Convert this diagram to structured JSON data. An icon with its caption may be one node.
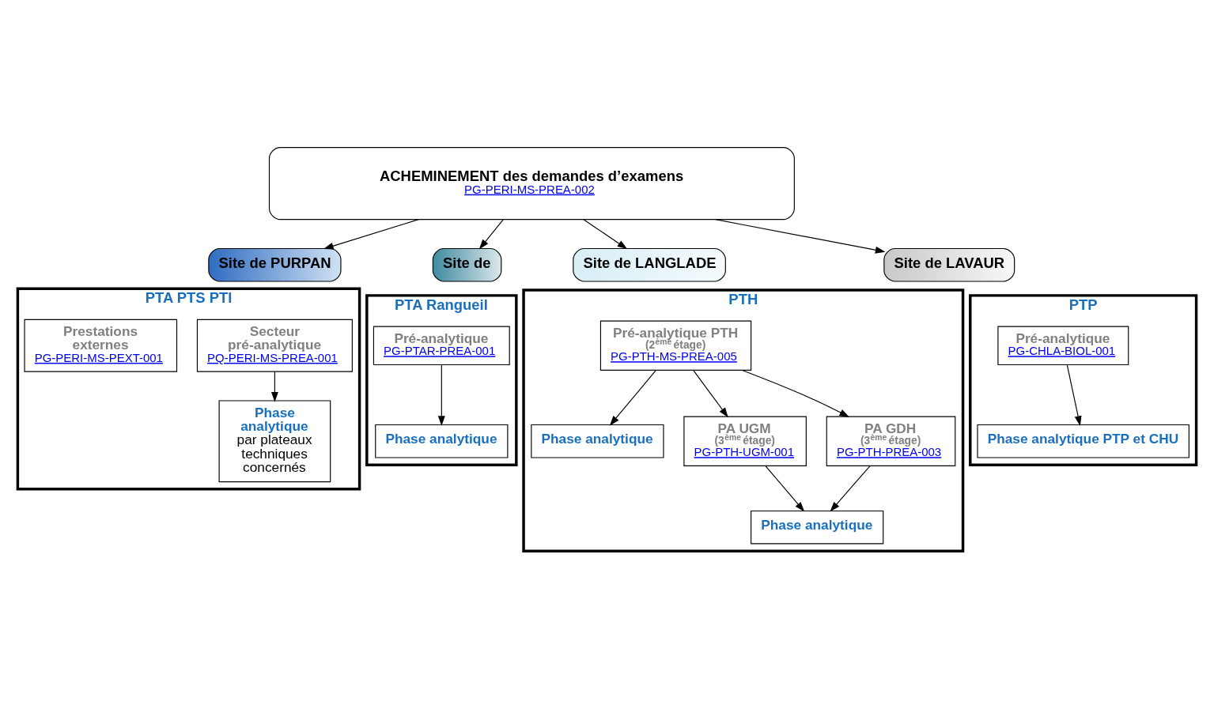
{
  "diagram": {
    "nodes": [
      {
        "text": [
          "ACHEMINEMENT des demandes d’examens",
          "PG-PERI-MS-PREA-002"
        ]
      },
      {
        "text": [
          "Site de PURPAN"
        ]
      },
      {
        "text": [
          "Site de"
        ]
      },
      {
        "text": [
          "Site de LANGLADE"
        ]
      },
      {
        "text": [
          "Site de LAVAUR"
        ]
      },
      {
        "text": [
          "PTA PTS PTI"
        ]
      },
      {
        "text": [
          "Secteur pré-analytique",
          "PQ-PERI-MS-PREA-001"
        ],
        "in": 5
      },
      {
        "text": [
          "Prestations externes",
          "PG-PERI-MS-PEXT-001"
        ],
        "in": 5
      },
      {
        "text": [
          "**Phase analytique** par plateaux techniques concernés"
        ],
        "in": 5
      },
      {
        "text": [
          "PTA Rangueil"
        ]
      },
      {
        "text": [
          "Pré-analytique",
          "PG-PTAR-PREA-001"
        ],
        "in": 9
      },
      {
        "text": [
          "Phase analytique"
        ],
        "in": 9
      },
      {
        "text": [
          "PTH"
        ]
      },
      {
        "text": [
          "Pré-analytique PTH",
          "(2$^{ème}$ étage)",
          "PG-PTH-MS-PREA-005"
        ],
        "in": 12
      },
      {
        "text": [
          "Phase analytique"
        ],
        "in": 12
      },
      {
        "text": [
          "PA UGM",
          "(3$^{ème}$ étage)",
          "PG-PTH-UGM-001"
        ],
        "in": 12
      },
      {
        "text": [
          "PA GDH",
          "(3$^{ème}$ étage)",
          "PG-PTH-PREA-003"
        ],
        "in": 12
      },
      {
        "text": [
          "Phase analytique"
        ],
        "in": 12
      },
      {
        "text": [
          "PTP"
        ]
      },
      {
        "text": [
          "Pré-analytique",
          "PG-CHLA-BIOL-001"
        ],
        "in": 18
      },
      {
        "text": [
          "Phase analytique PTP et CHU"
        ],
        "in": 18
      }
    ],
    "edges": [
      {
        "from": 0,
        "to": 1,
        "arrow": "to"
      },
      {
        "from": 0,
        "to": 2,
        "arrow": "to"
      },
      {
        "from": 0,
        "to": 3,
        "arrow": "to"
      },
      {
        "from": 0,
        "to": 4,
        "arrow": "to"
      },
      {
        "from": 6,
        "to": 8,
        "arrow": "to"
      },
      {
        "from": 10,
        "to": 11,
        "arrow": "to"
      },
      {
        "from": 13,
        "to": 14,
        "arrow": "to"
      },
      {
        "from": 13,
        "to": 15,
        "arrow": "to"
      },
      {
        "from": 13,
        "to": 16,
        "arrow": "to"
      },
      {
        "from": 15,
        "to": 17,
        "arrow": "to"
      },
      {
        "from": 16,
        "to": 17,
        "arrow": "to"
      },
      {
        "from": 19,
        "to": 20,
        "arrow": "to"
      }
    ]
  }
}
